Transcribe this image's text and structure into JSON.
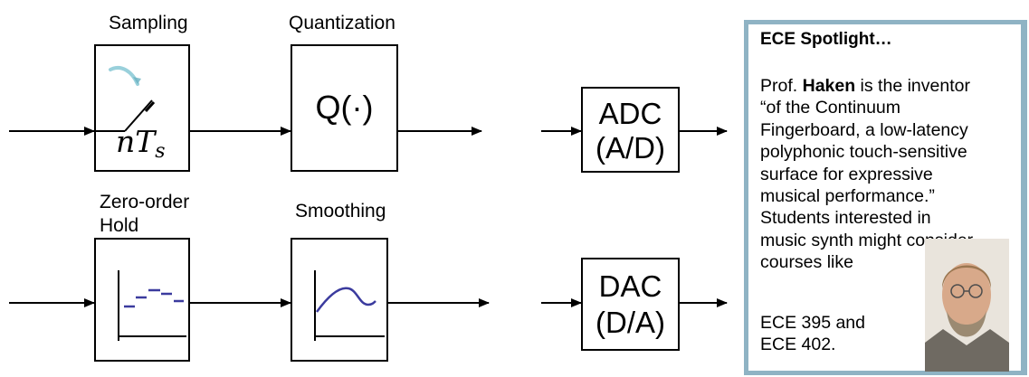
{
  "top_row": {
    "sampling_label": "Sampling",
    "sampling_symbol": "nT",
    "sampling_subscript": "s",
    "quantization_label": "Quantization",
    "quantization_symbol": "Q(·)",
    "adc_line1": "ADC",
    "adc_line2": "(A/D)"
  },
  "bottom_row": {
    "zoh_line1": "Zero-order",
    "zoh_line2": "Hold",
    "smoothing_label": "Smoothing",
    "dac_line1": "DAC",
    "dac_line2": "(D/A)"
  },
  "spotlight": {
    "title": "ECE Spotlight…",
    "prefix": "Prof. ",
    "name": "Haken",
    "suffix": " is the inventor",
    "lines": [
      "“of the Continuum",
      "Fingerboard, a low-latency",
      "polyphonic touch-sensitive",
      "surface for expressive",
      "musical performance.”",
      "Students interested in",
      "music synth might consider",
      "courses like"
    ],
    "course_lines": [
      "ECE 395 and",
      "ECE 402."
    ]
  },
  "colors": {
    "frame": "#8fb3c4",
    "curve": "#3b3b9e"
  }
}
